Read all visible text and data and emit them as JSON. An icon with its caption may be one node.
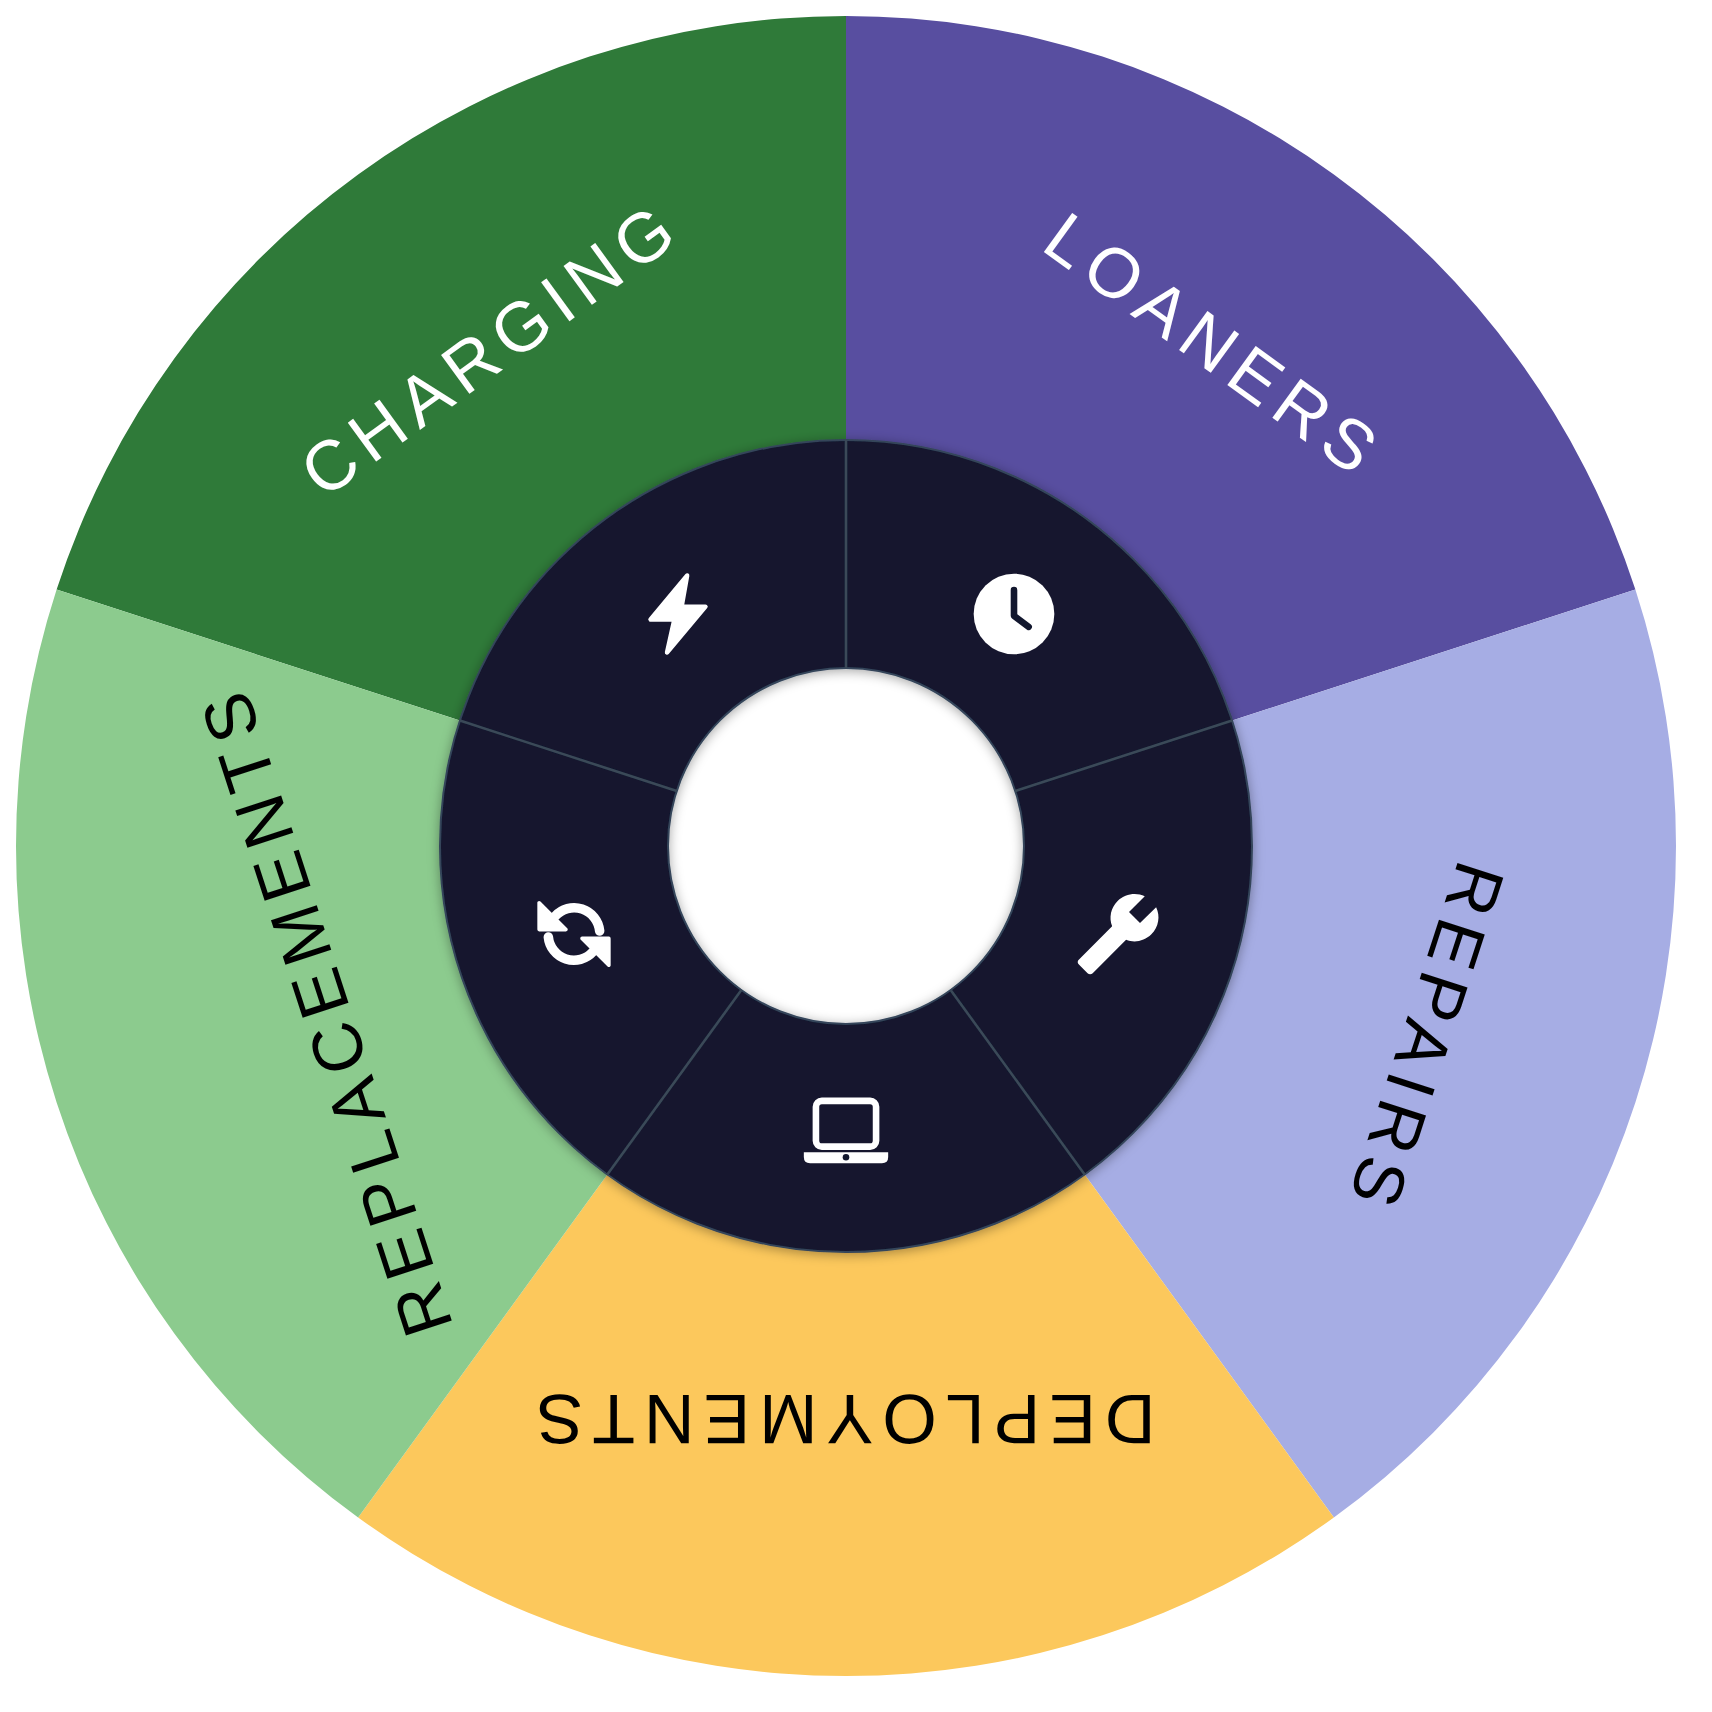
{
  "diagram": {
    "nodes": [
      {
        "text": [
          "CHARGING"
        ]
      },
      {
        "text": [
          "LOANERS"
        ]
      },
      {
        "text": [
          "REPAIRS"
        ]
      },
      {
        "text": [
          "DEPLOYMENTS"
        ]
      },
      {
        "text": [
          "REPLACEMENTS"
        ]
      }
    ]
  }
}
